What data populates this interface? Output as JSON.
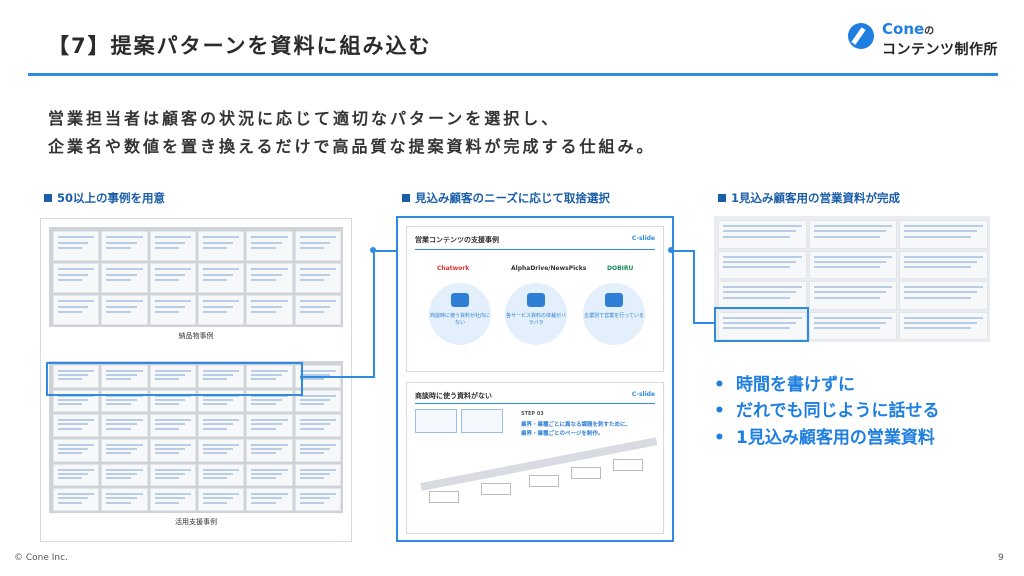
{
  "header": {
    "title": "【7】提案パターンを資料に組み込む",
    "logo_top": "Cone",
    "logo_top_suffix": "の",
    "logo_bottom": "コンテンツ制作所"
  },
  "lead": {
    "line1": "営業担当者は顧客の状況に応じて適切なパターンを選択し、",
    "line2": "企業名や数値を置き換えるだけで高品質な提案資料が完成する仕組み。"
  },
  "sections": {
    "left": {
      "heading": "50以上の事例を用意",
      "caption_top": "納品物事例",
      "caption_bottom": "活用支援事例"
    },
    "middle": {
      "heading": "見込み顧客のニーズに応じて取捨選択",
      "card1": {
        "title": "営業コンテンツの支援事例",
        "brand": "C-slide",
        "logos": [
          "Chatwork",
          "AlphaDrive/NewsPicks",
          "DOBIRU"
        ],
        "circles": [
          {
            "text": "商談時に使う資料が社内にない"
          },
          {
            "text": "各サービス資料の体裁がバラバラ"
          },
          {
            "text": "企業別で営業を行っている"
          }
        ]
      },
      "card2": {
        "title": "商談時に使う資料がない",
        "brand": "C-slide",
        "step": "STEP 03",
        "desc1": "業界・業種ごとに異なる課題を刺すために、",
        "desc2": "業界・業種ごとのページを制作。"
      }
    },
    "right": {
      "heading": "1見込み顧客用の営業資料が完成"
    }
  },
  "bullets": [
    "時間を書けずに",
    "だれでも同じように話せる",
    "1見込み顧客用の営業資料"
  ],
  "footer": {
    "copyright": "© Cone Inc.",
    "page": "9"
  },
  "colors": {
    "accent": "#2f8be0",
    "heading": "#1b5ea8"
  }
}
